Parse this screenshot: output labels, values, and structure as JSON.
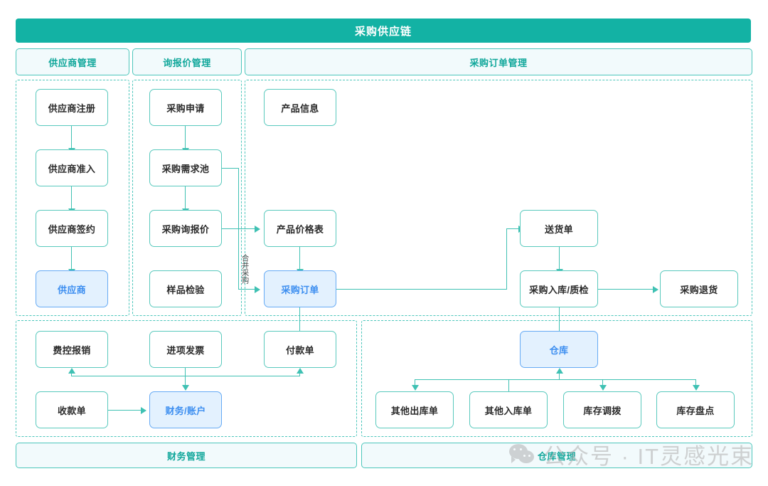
{
  "header": {
    "title": "采购供应链",
    "bar_color": "#13b2a4"
  },
  "theme": {
    "teal": "#13b2a4",
    "teal_border": "#4cc6bb",
    "node_border": "#59c9bd",
    "panel_fill": "#f2fafc",
    "highlight_fill": "#e3f1fe",
    "highlight_border": "#66aaf4",
    "highlight_text": "#3c8ef0",
    "line": "#3fc1b3"
  },
  "tabs": [
    {
      "label": "供应商管理"
    },
    {
      "label": "询报价管理"
    },
    {
      "label": "采购订单管理"
    }
  ],
  "footers": [
    {
      "label": "财务管理"
    },
    {
      "label": "仓库管理"
    }
  ],
  "nodes": {
    "supplier_register": "供应商注册",
    "supplier_access": "供应商准入",
    "supplier_sign": "供应商签约",
    "supplier": "供应商",
    "purchase_request": "采购申请",
    "demand_pool": "采购需求池",
    "inquiry_quote": "采购询报价",
    "sample_inspection": "样品检验",
    "product_info": "产品信息",
    "price_list": "产品价格表",
    "purchase_order": "采购订单",
    "delivery_note": "送货单",
    "receipt_qc": "采购入库/质检",
    "purchase_return": "采购退货",
    "expense_claim": "费控报销",
    "input_invoice": "进项发票",
    "payment_note": "付款单",
    "receipt_note": "收款单",
    "finance_account": "财务/账户",
    "warehouse": "仓库",
    "other_outbound": "其他出库单",
    "other_inbound": "其他入库单",
    "stock_transfer": "库存调拨",
    "stock_count": "库存盘点"
  },
  "edge_labels": {
    "merge_purchase": "合并采购"
  },
  "watermark": {
    "text": "公众号 · IT灵感光束",
    "icon": "wechat-icon"
  }
}
